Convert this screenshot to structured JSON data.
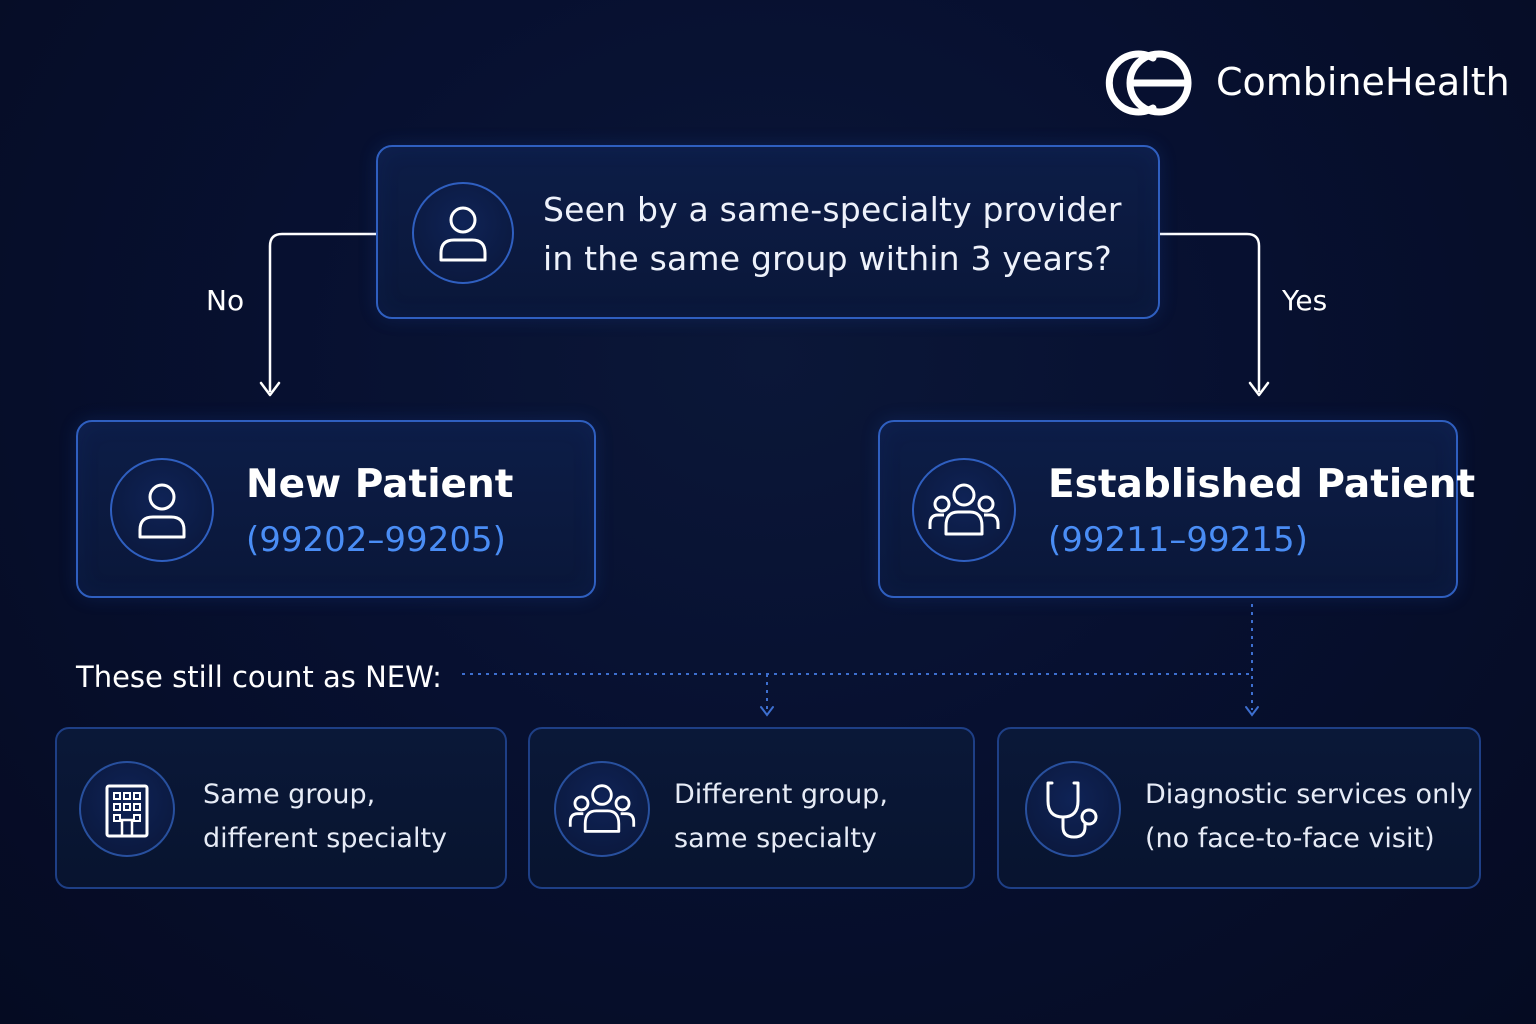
{
  "brand": {
    "name": "CombineHealth",
    "icon": "combinehealth-logo-icon"
  },
  "question": {
    "line1": "Seen by a same-specialty provider",
    "line2": "in the same group within 3 years?",
    "icon": "person-icon"
  },
  "branches": {
    "no_label": "No",
    "yes_label": "Yes"
  },
  "new_patient": {
    "title": "New Patient",
    "code": "(99202–99205)",
    "icon": "person-icon"
  },
  "established_patient": {
    "title": "Established Patient",
    "code": "(99211–99215)",
    "icon": "group-icon"
  },
  "exceptions": {
    "heading": "These still count as NEW:",
    "items": [
      {
        "line1": "Same group,",
        "line2": "different specialty",
        "icon": "building-icon"
      },
      {
        "line1": "Different group,",
        "line2": "same specialty",
        "icon": "group-icon"
      },
      {
        "line1": "Diagnostic services only",
        "line2": "(no face-to-face visit)",
        "icon": "stethoscope-icon"
      }
    ]
  },
  "colors": {
    "background": "#060d26",
    "box_border": "#2f5fc0",
    "accent_code": "#4a8df5",
    "connector_dotted": "#3d6fd0",
    "connector_solid": "#ffffff"
  }
}
